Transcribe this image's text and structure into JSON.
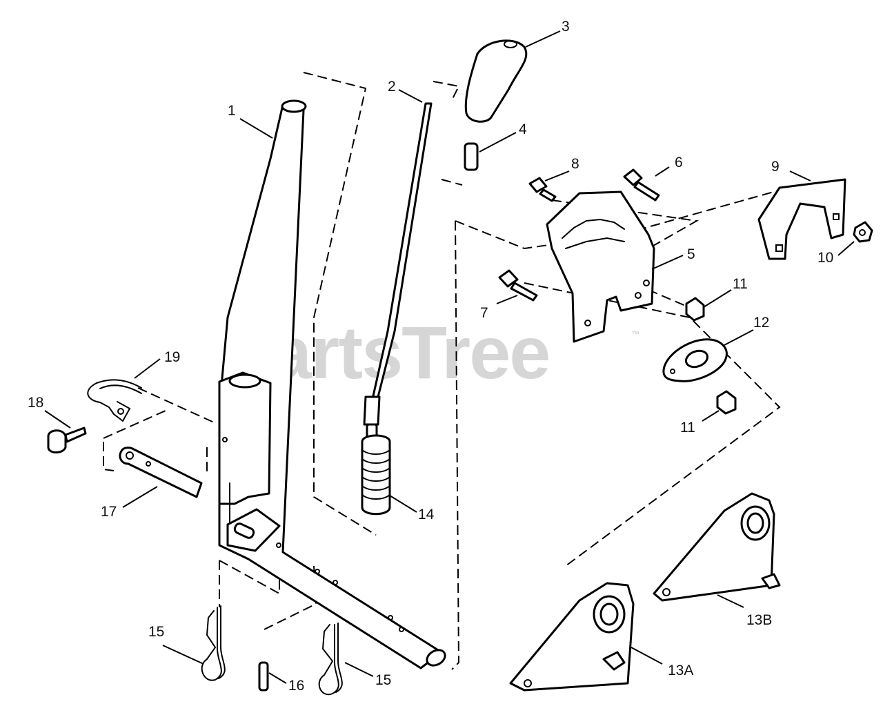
{
  "watermark": {
    "text": "PartsTree",
    "mark": "™"
  },
  "callouts": {
    "c1": "1",
    "c2": "2",
    "c3": "3",
    "c4": "4",
    "c5": "5",
    "c6": "6",
    "c7": "7",
    "c8": "8",
    "c9": "9",
    "c10": "10",
    "c11a": "11",
    "c11b": "11",
    "c12": "12",
    "c13a": "13A",
    "c13b": "13B",
    "c14": "14",
    "c15a": "15",
    "c15b": "15",
    "c16": "16",
    "c17": "17",
    "c18": "18",
    "c19": "19"
  }
}
